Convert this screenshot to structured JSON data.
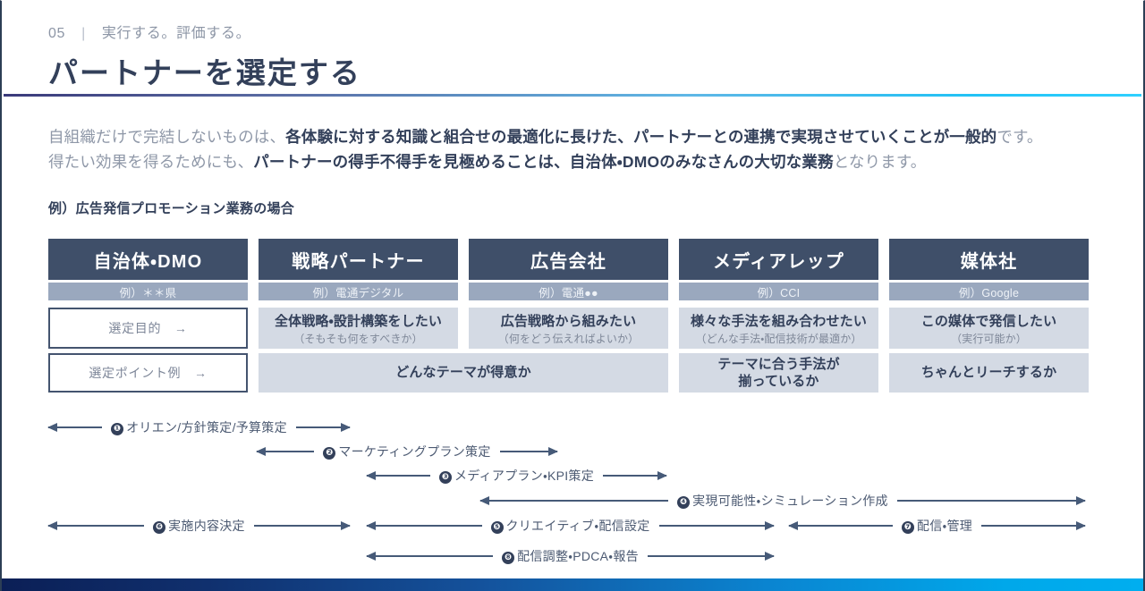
{
  "header": {
    "number": "05",
    "separator": "|",
    "subtitle": "実行する。評価する。",
    "title": "パートナーを選定する"
  },
  "lede": {
    "line1_plain_a": "自組織だけで完結しないものは、",
    "line1_bold": "各体験に対する知識と組合せの最適化に長けた、パートナーとの連携で実現させていくことが一般的",
    "line1_plain_b": "です。",
    "line2_plain_a": "得たい効果を得るためにも、",
    "line2_bold": "パートナーの得手不得手を見極めることは、自治体・DMOのみなさんの大切な業務",
    "line2_plain_b": "となります。"
  },
  "example_label": "例）広告発信プロモーション業務の場合",
  "matrix": {
    "row_labels": {
      "purpose": "選定目的　→",
      "point": "選定ポイント例　→"
    },
    "columns": [
      {
        "header": "自治体・DMO",
        "example": "例）＊＊県",
        "purpose_main": "",
        "purpose_sub": "",
        "point": ""
      },
      {
        "header": "戦略パートナー",
        "example": "例）電通デジタル",
        "purpose_main": "全体戦略・設計構築をしたい",
        "purpose_sub": "（そもそも何をすべきか）",
        "point": "どんなテーマが得意か"
      },
      {
        "header": "広告会社",
        "example": "例）電通●●",
        "purpose_main": "広告戦略から組みたい",
        "purpose_sub": "（何をどう伝えればよいか）",
        "point": ""
      },
      {
        "header": "メディアレップ",
        "example": "例）CCI",
        "purpose_main": "様々な手法を組み合わせたい",
        "purpose_sub": "（どんな手法・配信技術が最適か）",
        "point_line1": "テーマに合う手法が",
        "point_line2": "揃っているか"
      },
      {
        "header": "媒体社",
        "example": "例）Google",
        "purpose_main": "この媒体で発信したい",
        "purpose_sub": "（実行可能か）",
        "point": "ちゃんとリーチするか"
      }
    ]
  },
  "flow": {
    "steps": [
      {
        "num": "❶",
        "label": "オリエン/方針策定/予算策定"
      },
      {
        "num": "❷",
        "label": "マーケティングプラン策定"
      },
      {
        "num": "❸",
        "label": "メディアプラン・KPI策定"
      },
      {
        "num": "❹",
        "label": "実現可能性・シミュレーション作成"
      },
      {
        "num": "❺",
        "label": "クリエイティブ・配信設定"
      },
      {
        "num": "❻",
        "label": "実施内容決定"
      },
      {
        "num": "❼",
        "label": "配信・管理"
      },
      {
        "num": "❽",
        "label": "配信調整・PDCA・報告"
      }
    ]
  },
  "colors": {
    "header_band": "#3f4f69",
    "sub_band": "#9aa8be",
    "cell_fill": "#d4dae4",
    "text_dark": "#33405a",
    "text_muted": "#8f98a8",
    "arrow": "#465a78",
    "accent_start": "#0b1f56",
    "accent_end": "#00aeef"
  }
}
